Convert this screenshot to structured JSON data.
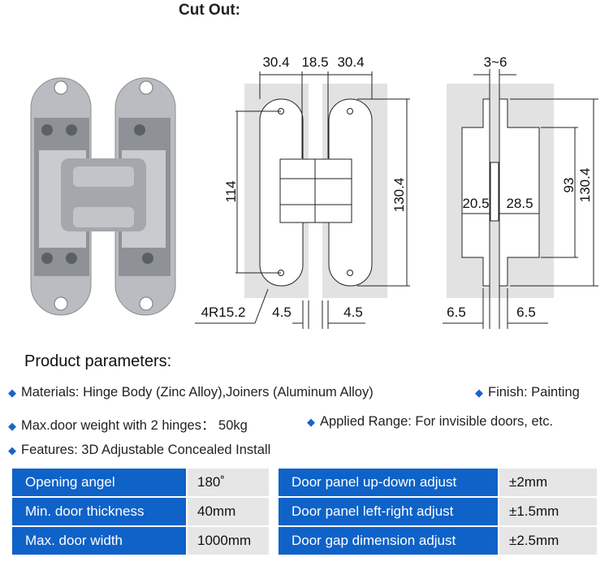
{
  "cut_out_title": "Cut Out:",
  "diagram": {
    "front_dims": {
      "left_width": "30.4",
      "gap": "18.5",
      "right_width": "30.4",
      "hole_spacing": "114",
      "height": "130.4",
      "radius": "4R15.2",
      "left_offset": "4.5",
      "right_offset": "4.5"
    },
    "side_dims": {
      "gap": "3~6",
      "inner_height": "93",
      "height": "130.4",
      "left_depth": "20.5",
      "right_depth": "28.5",
      "left_lip": "6.5",
      "right_lip": "6.5"
    }
  },
  "product_parameters": {
    "title": "Product parameters:",
    "bullets": [
      "Materials: Hinge Body (Zinc Alloy),Joiners (Aluminum Alloy)",
      "Finish: Painting",
      "Max.door weight with 2 hinges： 50kg",
      "Applied Range: For  invisible doors, etc.",
      "Features: 3D Adjustable Concealed Install"
    ],
    "bullet_marker": "◆"
  },
  "spec_table_left": [
    {
      "label": "Opening angel",
      "value": "180˚"
    },
    {
      "label": "Min. door thickness",
      "value": "40mm"
    },
    {
      "label": "Max. door width",
      "value": "1000mm"
    }
  ],
  "spec_table_right": [
    {
      "label": "Door panel up-down adjust",
      "value": "±2mm"
    },
    {
      "label": "Door panel left-right adjust",
      "value": "±1.5mm"
    },
    {
      "label": "Door gap dimension adjust",
      "value": "±2.5mm"
    }
  ],
  "colors": {
    "table_label_bg": "#0f62c8",
    "table_value_bg": "#e6e6e6",
    "bullet": "#1a63c9",
    "cut_gray": "#e2e2e2"
  }
}
